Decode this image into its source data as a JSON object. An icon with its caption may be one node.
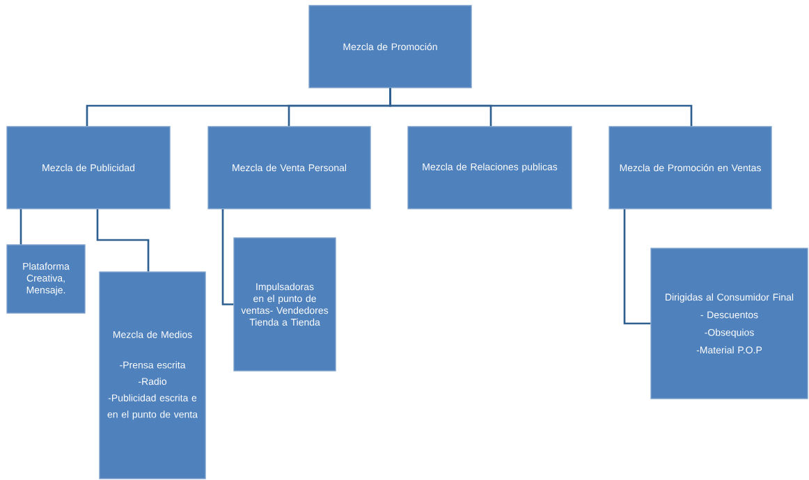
{
  "diagram": {
    "nodes": [
      {
        "text": [
          "Mezcla de Promoción"
        ]
      },
      {
        "text": [
          "Mezcla de Publicidad"
        ]
      },
      {
        "text": [
          "Mezcla de Venta Personal"
        ]
      },
      {
        "text": [
          "Mezcla de Relaciones publicas"
        ]
      },
      {
        "text": [
          "Mezcla de Promoción en Ventas"
        ]
      },
      {
        "text": [
          "Plataforma Creativa, Mensaje."
        ]
      },
      {
        "text": [
          "Mezcla de Medios",
          "-Prensa escrita",
          "-Radio",
          "-Publicidad escrita e",
          "en el punto de venta"
        ]
      },
      {
        "text": [
          "Impulsadoras en el punto de ventas- Vendedores Tienda a Tienda"
        ]
      },
      {
        "text": [
          "Dirigidas al Consumidor Final",
          "- Descuentos",
          "-Obsequios",
          "-Material P.O.P"
        ]
      }
    ],
    "edges": [
      {
        "from": 0,
        "to": 1,
        "arrow": "none"
      },
      {
        "from": 0,
        "to": 2,
        "arrow": "none"
      },
      {
        "from": 0,
        "to": 3,
        "arrow": "none"
      },
      {
        "from": 0,
        "to": 4,
        "arrow": "none"
      },
      {
        "from": 1,
        "to": 5,
        "arrow": "none"
      },
      {
        "from": 1,
        "to": 6,
        "arrow": "none"
      },
      {
        "from": 2,
        "to": 7,
        "arrow": "none"
      },
      {
        "from": 4,
        "to": 8,
        "arrow": "none"
      }
    ]
  }
}
